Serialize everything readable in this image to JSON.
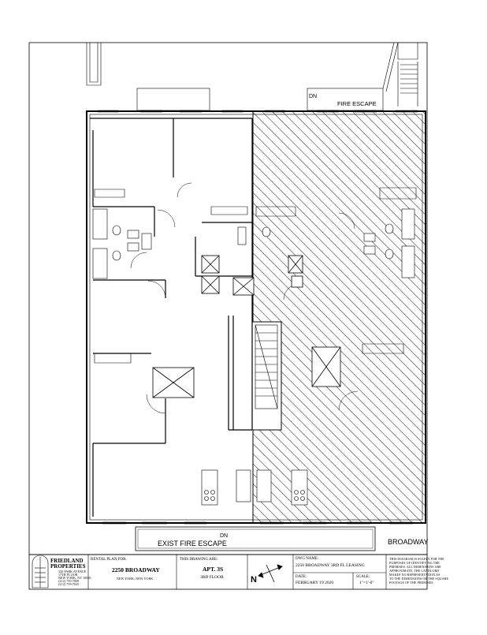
{
  "plan": {
    "label_fire_escape_top": "FIRE ESCAPE",
    "label_dn_top": "DN",
    "label_dn_bottom": "DN",
    "label_exit_fire_escape": "EXIST FIRE ESCAPE",
    "label_street": "BROADWAY"
  },
  "title_block": {
    "company_line1": "FRIEDLAND",
    "company_line2": "PROPERTIES",
    "company_address": [
      "320 PARK AVENUE",
      "17TH FLOOR",
      "NEW YORK, NY 10065",
      "(212) 759-7000",
      "(212) 759-7025"
    ],
    "rental_plan_label": "RENTAL PLAN FOR:",
    "rental_plan_value": "2250 BROADWAY",
    "rental_plan_city": "NEW YORK, NEW YORK",
    "drawing_label": "THIS DRAWING ARE:",
    "apt_value": "APT. 3S",
    "floor_value": "3RD FLOOR",
    "dwg_label": "DWG NAME:",
    "dwg_value": "2250 BROADWAY 3RD FL LEASING",
    "date_label": "DATE:",
    "date_value": "FEBRUARY 19 2020",
    "scale_label": "SCALE:",
    "scale_value": "1\"=1'-0\"",
    "north_letter": "N",
    "disclaimer": [
      "THIS DIAGRAM IS SOLELY FOR THE",
      "PURPOSES OF IDENTIFYING THE",
      "PREMISES. ALL DIMENSIONS ARE",
      "APPROXIMATE. THE LANDLORD",
      "MAKES NO REPRESENTATION AS",
      "TO THE DIMENSIONS OR THE SQUARE",
      "FOOTAGE OF THE PREMISES."
    ]
  }
}
